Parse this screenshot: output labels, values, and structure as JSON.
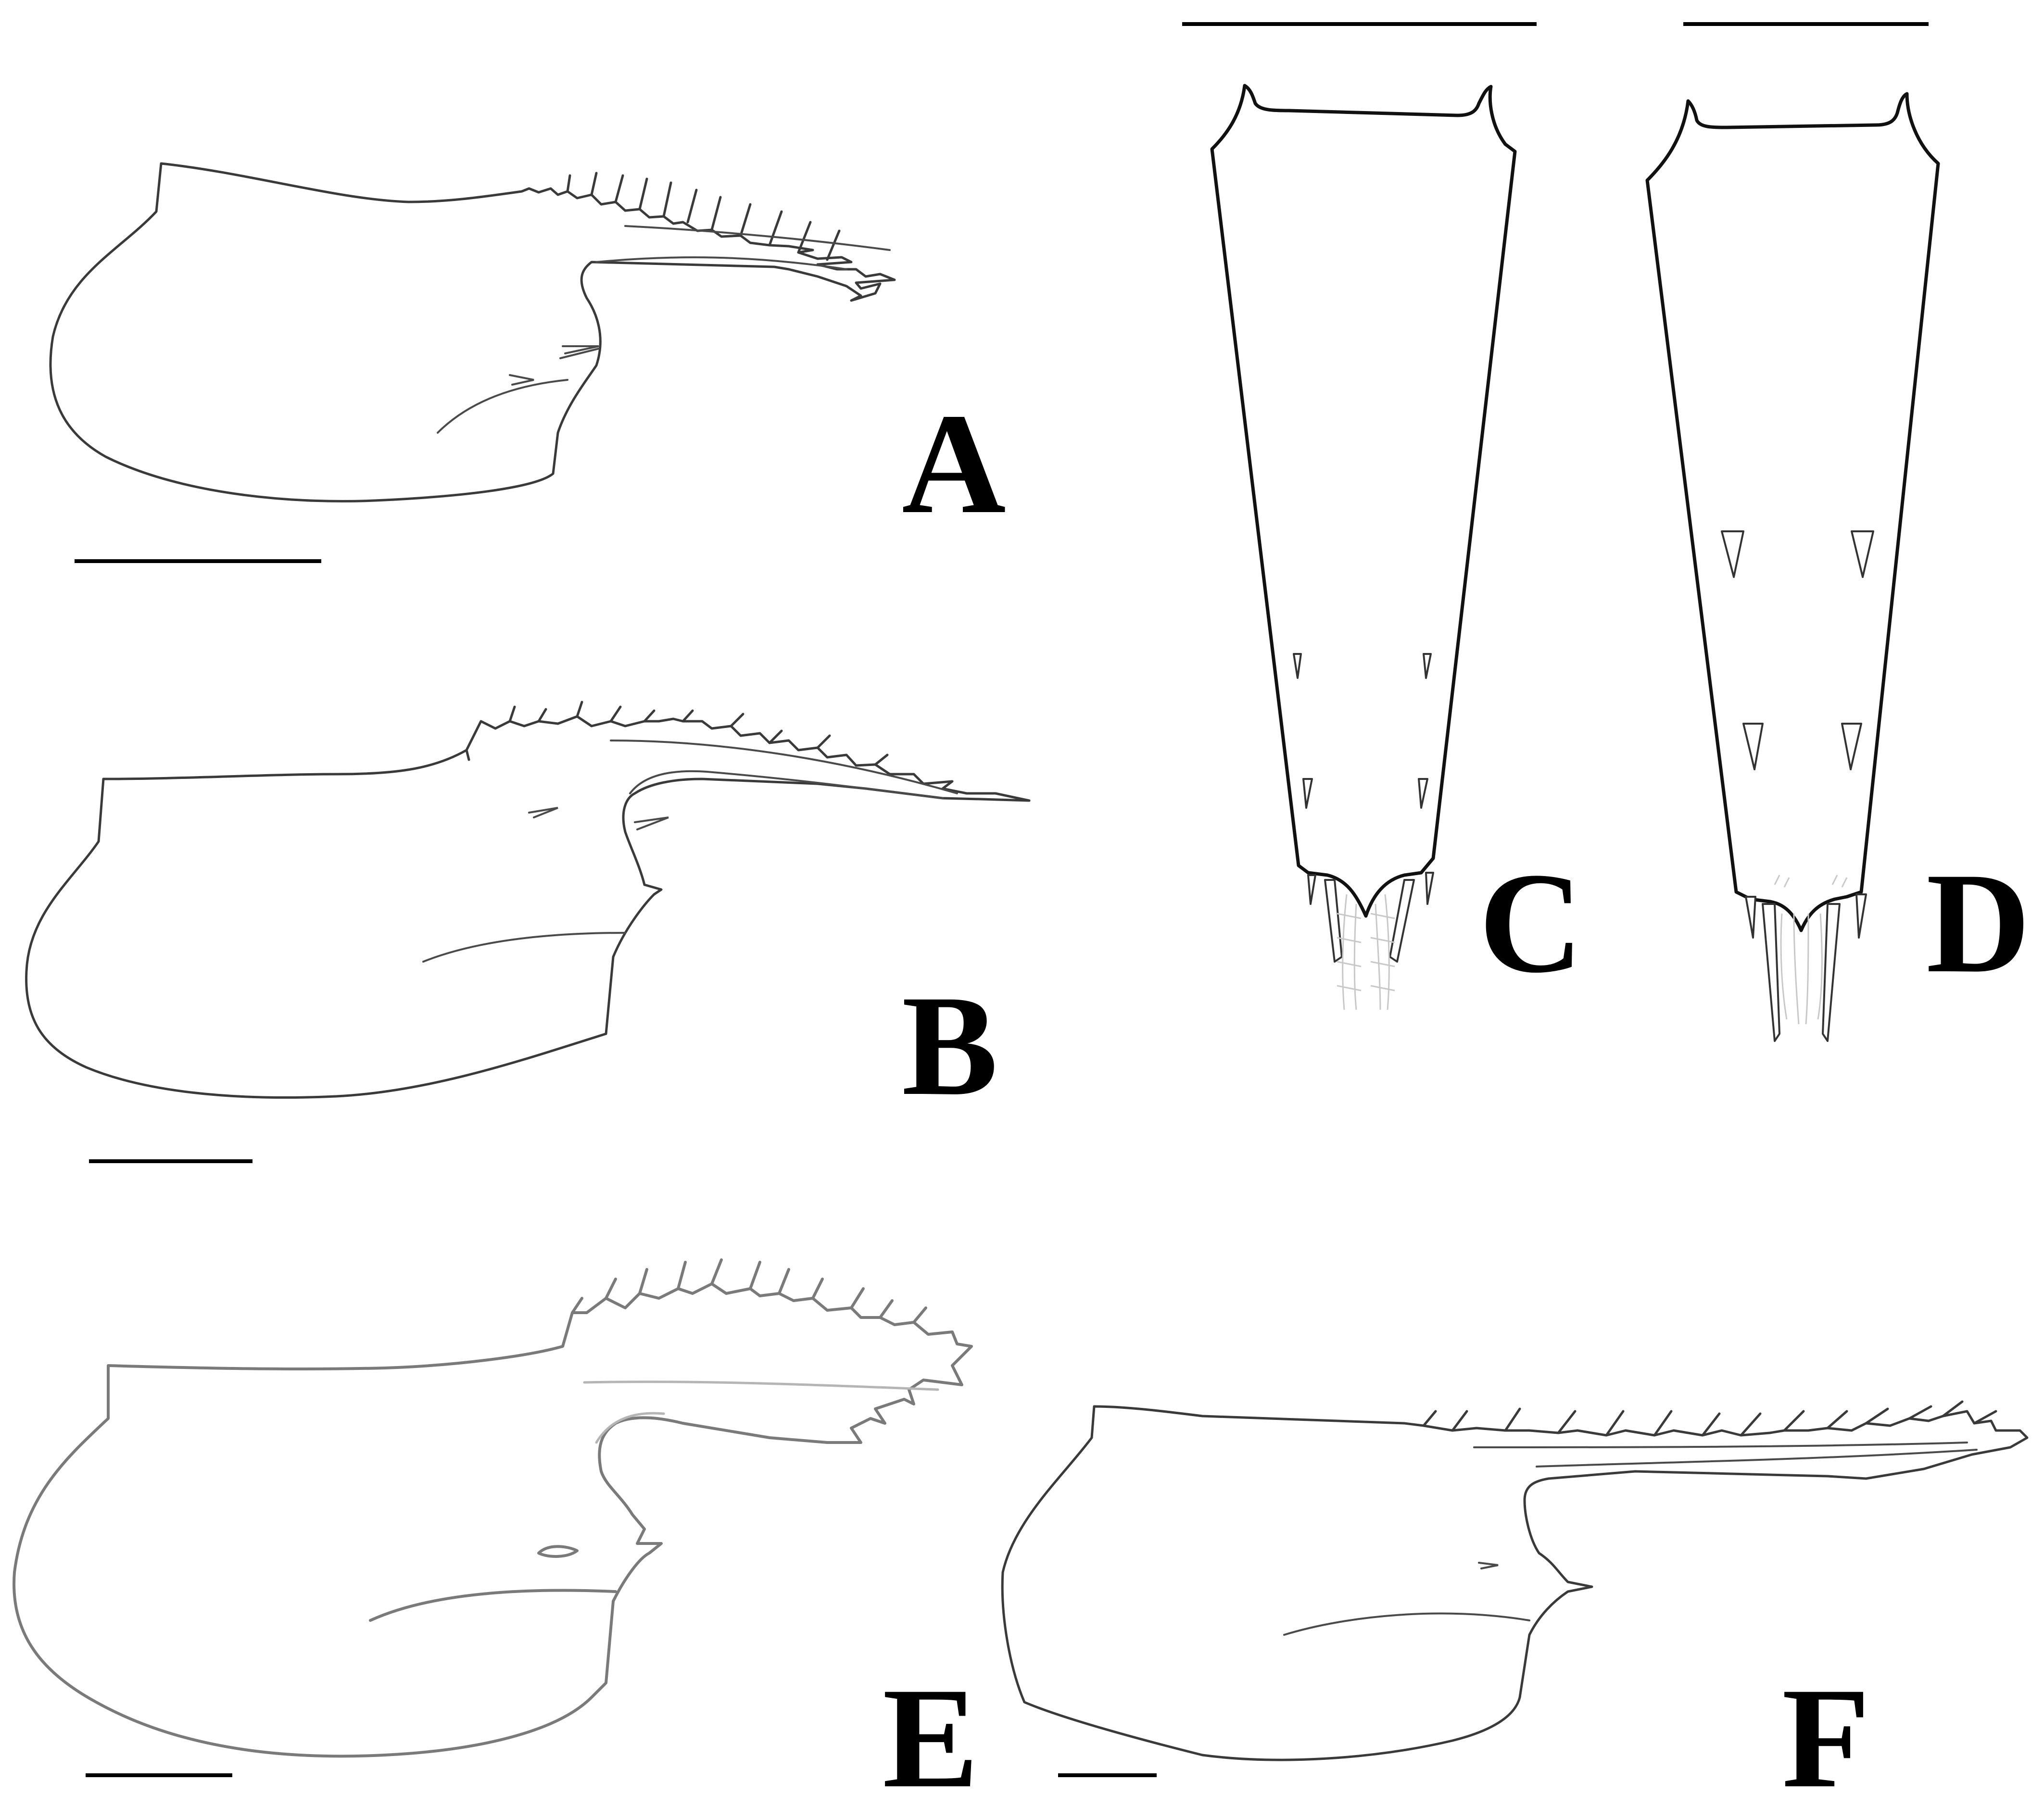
{
  "figure": {
    "panels": [
      {
        "id": "A",
        "label": "A",
        "subject": "rostrum-lateral"
      },
      {
        "id": "B",
        "label": "B",
        "subject": "rostrum-lateral"
      },
      {
        "id": "C",
        "label": "C",
        "subject": "telson-dorsal"
      },
      {
        "id": "D",
        "label": "D",
        "subject": "telson-dorsal"
      },
      {
        "id": "E",
        "label": "E",
        "subject": "rostrum-lateral"
      },
      {
        "id": "F",
        "label": "F",
        "subject": "rostrum-lateral"
      }
    ]
  },
  "colors": {
    "line": "#3a3a3a",
    "line_bold": "#111111",
    "line_grey": "#7a7a7a",
    "label": "#000000",
    "background": "#ffffff"
  }
}
